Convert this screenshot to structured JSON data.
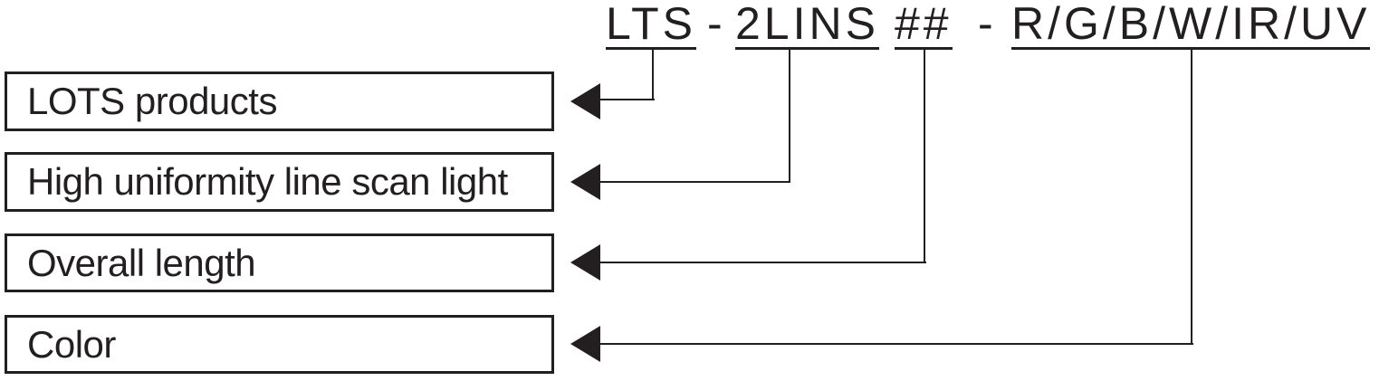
{
  "code": {
    "separator": "-",
    "segments": [
      {
        "text": "LTS"
      },
      {
        "text": "2LINS"
      },
      {
        "text": "##"
      },
      {
        "text": "R/G/B/W/IR/UV"
      }
    ]
  },
  "labels": [
    {
      "text": "LOTS products",
      "maps_to": "LTS"
    },
    {
      "text": "High uniformity line scan light",
      "maps_to": "2LINS"
    },
    {
      "text": "Overall length",
      "maps_to": "##"
    },
    {
      "text": "Color",
      "maps_to": "R/G/B/W/IR/UV"
    }
  ],
  "colors": {
    "ink": "#231f20",
    "background": "#ffffff"
  }
}
